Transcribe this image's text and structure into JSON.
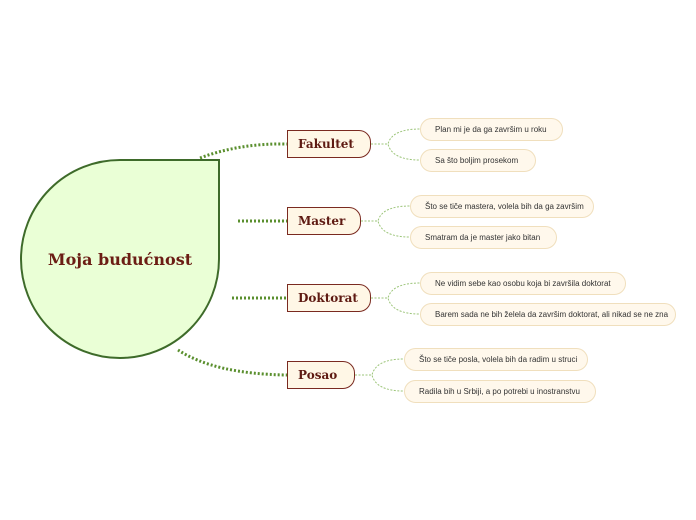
{
  "map": {
    "central": "Moja budućnost",
    "branches": [
      {
        "label": "Fakultet",
        "items": [
          "Plan mi je da ga završim u roku",
          "Sa što boljim prosekom"
        ]
      },
      {
        "label": "Master",
        "items": [
          "Što se tiče mastera, volela bih da ga završim",
          "Smatram da je master jako bitan"
        ]
      },
      {
        "label": "Doktorat",
        "items": [
          "Ne vidim sebe kao osobu koja bi završila doktorat",
          "Barem sada ne bih želela da završim doktorat, ali nikad se ne zna"
        ]
      },
      {
        "label": "Posao",
        "items": [
          "Što se tiče posla, volela bih da radim u struci",
          "Radila bih u Srbiji, a po potrebi u inostranstvu"
        ]
      }
    ]
  },
  "colors": {
    "central_fill": "#eaffd6",
    "central_border": "#3e6b2a",
    "title_text": "#6b1d14",
    "connector": "#5a8f2e",
    "leaf_connector": "#9bc478"
  }
}
